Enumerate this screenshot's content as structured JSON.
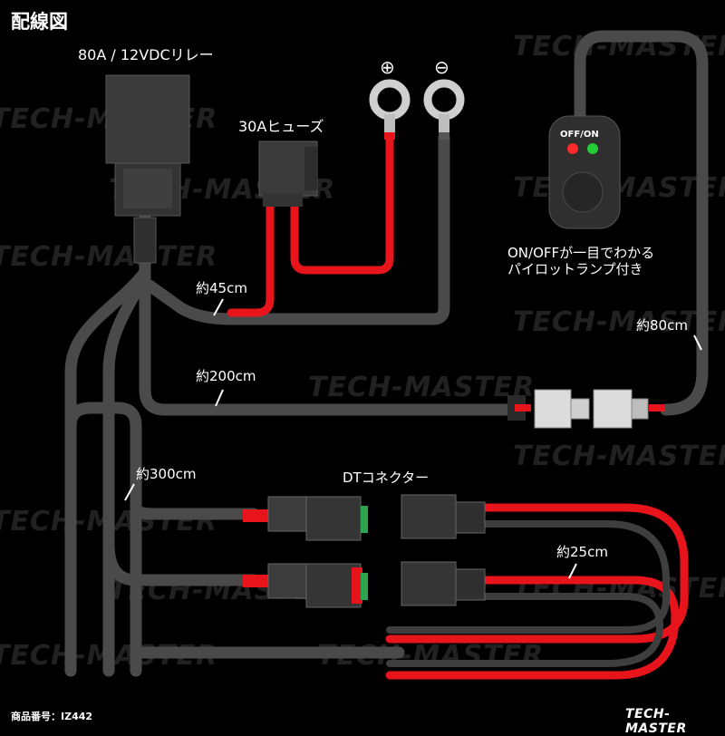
{
  "title": "配線図",
  "relay_label": "80A / 12VDCリレー",
  "fuse_label": "30Aヒューズ",
  "terminals": {
    "positive_symbol": "⊕",
    "negative_symbol": "⊖"
  },
  "switch": {
    "state_label": "OFF/ON",
    "led_off_color": "#ff2a2a",
    "led_on_color": "#22cc33",
    "description_line1": "ON/OFFが一目でわかる",
    "description_line2": "パイロットランプ付き"
  },
  "wire_lengths": {
    "fuse_wire": "約45cm",
    "switch_wire": "約80cm",
    "connector_wire": "約200cm",
    "lamp_wire": "約300cm",
    "lamp_leads": "約25cm"
  },
  "dt_connector_label": "DTコネクター",
  "product_number": "商品番号：IZ442",
  "brand_logo": "TECH-MASTER",
  "watermark": "TECH-MASTER",
  "colors": {
    "background": "#000000",
    "cable": "#4a4a4a",
    "positive_wire": "#e8141c",
    "connector_green": "#2da44e"
  }
}
